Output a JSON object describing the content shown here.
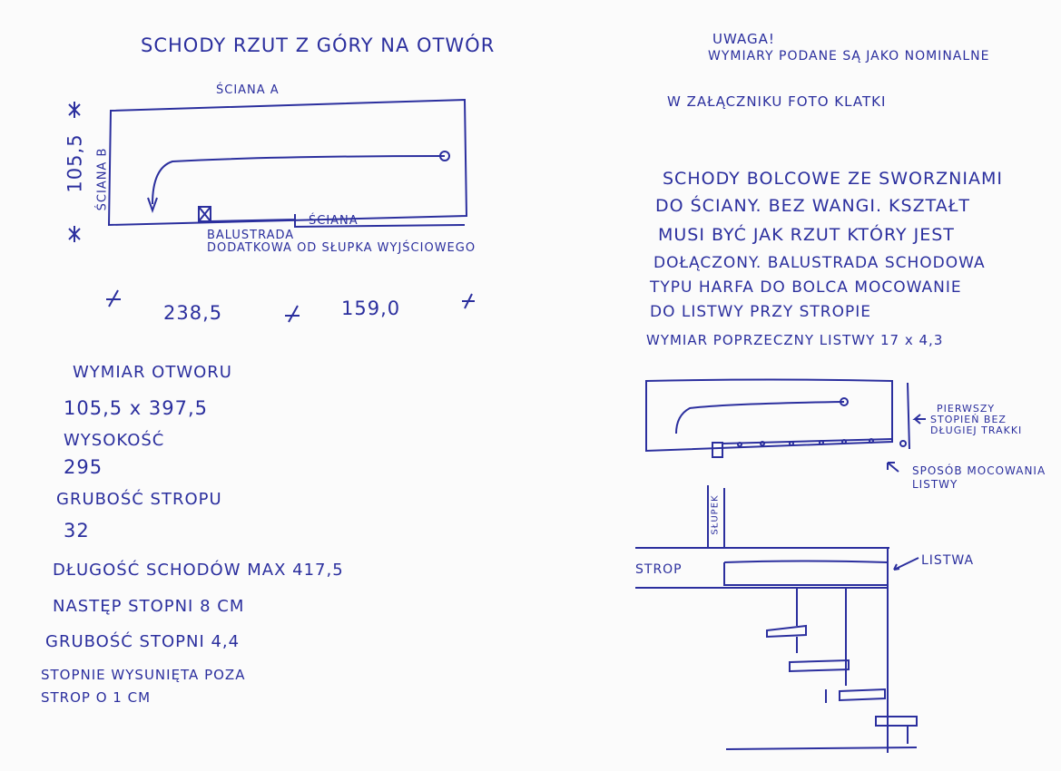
{
  "left": {
    "title": "SCHODY   RZUT   Z GÓRY NA OTWÓR",
    "plan": {
      "wall_a": "ŚCIANA A",
      "wall_b": "ŚCIANA B",
      "width_dim": "105,5",
      "wall": "ŚCIANA",
      "balustrade_1": "BALUSTRADA",
      "balustrade_2": "DODATKOWA OD SŁUPKA WYJŚCIOWEGO",
      "dim_1": "238,5",
      "dim_2": "159,0"
    },
    "specs": [
      "WYMIAR  OTWORU",
      "105,5  x  397,5",
      "WYSOKOŚĆ",
      "295",
      "GRUBOŚĆ  STROPU",
      "32",
      "DŁUGOŚĆ  SCHODÓW MAX 417,5",
      "NASTĘP STOPNI  8 CM",
      "GRUBOŚĆ STOPNI 4,4",
      "STOPNIE  WYSUNIĘTA POZA",
      "STROP O 1 CM"
    ]
  },
  "right": {
    "note_title": "UWAGA!",
    "note_text": "WYMIARY PODANE SĄ JAKO NOMINALNE",
    "attachment": "W ZAŁĄCZNIKU   FOTO   KLATKI",
    "description": [
      "SCHODY  BOLCOWE  ZE SWORZNIAMI",
      "DO  ŚCIANY. BEZ  WANGI. KSZTAŁT",
      "MUSI BYĆ  JAK  RZUT  KTÓRY JEST",
      "DOŁĄCZONY.  BALUSTRADA SCHODOWA",
      "TYPU  HARFA  DO  BOLCA  MOCOWANIE",
      "DO LISTWY  PRZY  STROPIE",
      "WYMIAR  POPRZECZNY  LISTWY  17 x 4,3"
    ],
    "detail": {
      "first_step_1": "PIERWSZY",
      "first_step_2": "STOPIEŃ BEZ",
      "first_step_3": "DŁUGIEJ TRAKKI",
      "mounting_1": "SPOSÓB MOCOWANIA",
      "mounting_2": "LISTWY",
      "post": "SŁUPEK",
      "ceiling": "STROP",
      "rail": "LISTWA"
    }
  }
}
